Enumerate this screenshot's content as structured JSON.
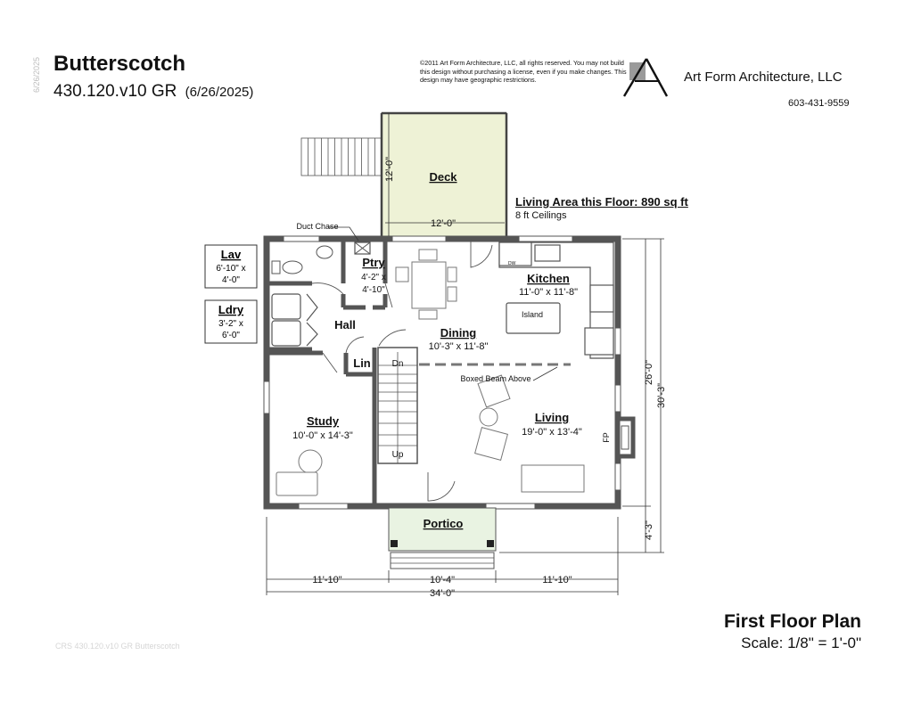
{
  "header": {
    "date_vertical": "6/26/2025",
    "title": "Butterscotch",
    "plan_code": "430.120.v10 GR",
    "plan_date": "(6/26/2025)",
    "copyright": "©2011 Art Form Architecture, LLC, all rights reserved. You may not build this design without purchasing a license, even if you make changes. This design may have geographic restrictions.",
    "firm_name": "Art Form Architecture, LLC",
    "phone": "603-431-9559"
  },
  "living_area": {
    "title": "Living Area this Floor: 890 sq ft",
    "ceilings": "8 ft Ceilings"
  },
  "rooms": {
    "deck": "Deck",
    "duct_chase": "Duct Chase",
    "lav": {
      "name": "Lav",
      "dim1": "6'-10\" x",
      "dim2": "4'-0\""
    },
    "ldry": {
      "name": "Ldry",
      "dim1": "3'-2\" x",
      "dim2": "6'-0\""
    },
    "ptry": {
      "name": "Ptry",
      "dim1": "4'-2\" x",
      "dim2": "4'-10\""
    },
    "hall": "Hall",
    "lin": "Lin",
    "dn": "Dn",
    "up": "Up",
    "kitchen": {
      "name": "Kitchen",
      "dim": "11'-0\" x 11'-8\""
    },
    "island": "Island",
    "dw": "DW",
    "dining": {
      "name": "Dining",
      "dim": "10'-3\" x 11'-8\""
    },
    "boxed_beam": "Boxed Beam Above",
    "study": {
      "name": "Study",
      "dim": "10'-0\" x 14'-3\""
    },
    "living": {
      "name": "Living",
      "dim": "19'-0\" x 13'-4\""
    },
    "fp": "FP",
    "portico": "Portico"
  },
  "dimensions": {
    "deck_depth": "12'-0\"",
    "deck_width": "12'-0\"",
    "house_depth_inner": "26'-0\"",
    "house_depth_total": "30'-3\"",
    "portico_depth": "4'-3\"",
    "left_seg": "11'-10\"",
    "mid_seg": "10'-4\"",
    "right_seg": "11'-10\"",
    "overall_width": "34'-0\""
  },
  "footer": {
    "watermark": "CRS 430.120.v10 GR Butterscotch",
    "plan_title": "First Floor Plan",
    "plan_scale": "Scale: 1/8\" = 1'-0\""
  },
  "colors": {
    "deck_fill": "#eef2d6",
    "portico_fill": "#e9f3e2",
    "wall": "#555555"
  }
}
